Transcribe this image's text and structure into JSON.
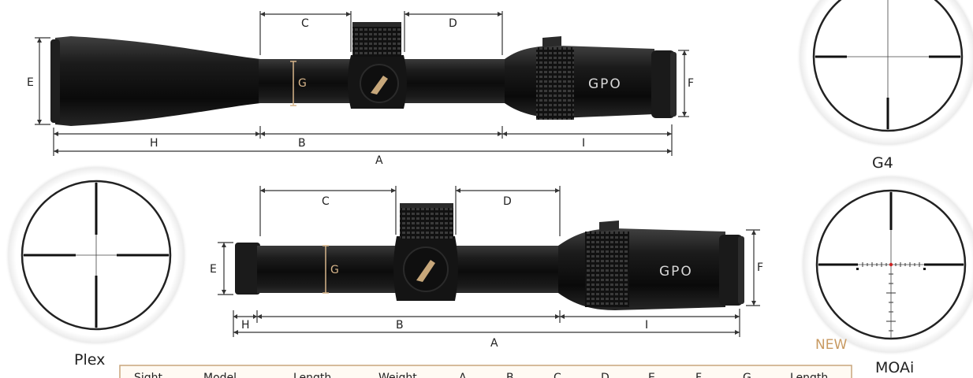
{
  "title": "GPO riflescope dimensions and reticles",
  "scope_top": {
    "dimension_labels": {
      "A": "A",
      "B": "B",
      "C": "C",
      "D": "D",
      "E": "E",
      "F": "F",
      "G": "G",
      "H": "H",
      "I": "I"
    },
    "logo": "GPO"
  },
  "scope_bottom": {
    "dimension_labels": {
      "A": "A",
      "B": "B",
      "C": "C",
      "D": "D",
      "E": "E",
      "F": "F",
      "G": "G",
      "H": "H",
      "I": "I"
    },
    "logo": "GPO"
  },
  "reticles": {
    "g4": {
      "name": "G4"
    },
    "plex": {
      "name": "Plex"
    },
    "moai": {
      "name": "MOAi",
      "badge": "NEW"
    }
  },
  "spec_table": {
    "headers": [
      "Sight",
      "Model",
      "Length",
      "Weight",
      "A",
      "B",
      "C",
      "D",
      "E",
      "F",
      "G",
      "Length"
    ]
  },
  "colors": {
    "scope_body": "#141414",
    "dimension_line": "#333333",
    "g_marker": "#d7b58a",
    "table_border": "#c8a57c",
    "new_badge": "#c89a62",
    "reticle_center": "#cc2222"
  }
}
